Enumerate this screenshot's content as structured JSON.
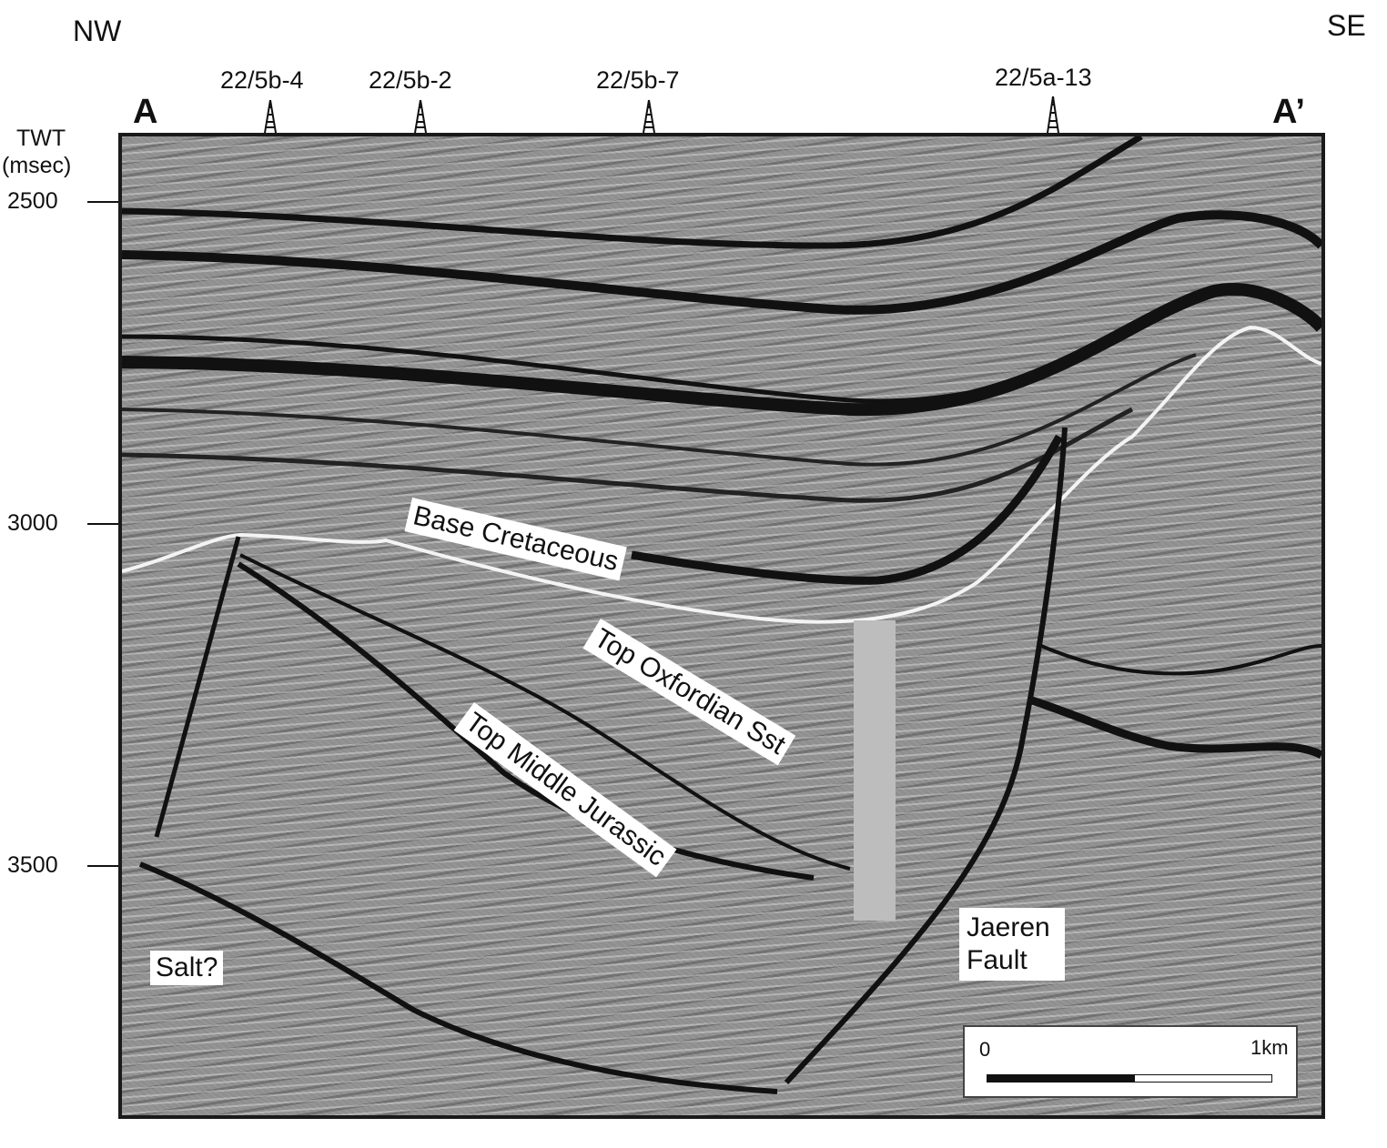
{
  "directions": {
    "left": "NW",
    "right": "SE"
  },
  "section_ends": {
    "start": "A",
    "end": "A’"
  },
  "wells": [
    "22/5b-4",
    "22/5b-2",
    "22/5b-7",
    "22/5a-13"
  ],
  "y_axis": {
    "title_line1": "TWT",
    "title_line2": "(msec)",
    "ticks": [
      "2500",
      "3000",
      "3500"
    ]
  },
  "horizons": {
    "base_cretaceous": "Base Cretaceous",
    "top_oxfordian": "Top Oxfordian Sst",
    "top_middle_jurassic": "Top Middle Jurassic"
  },
  "features": {
    "salt": "Salt?",
    "fault_line1": "Jaeren",
    "fault_line2": "Fault"
  },
  "scale_bar": {
    "start": "0",
    "end": "1km"
  },
  "colors": {
    "seismic_gray": "#8f8f8f",
    "reflector_black": "#111111",
    "label_bg": "#ffffff",
    "gas_column": "#bdbdbd"
  }
}
